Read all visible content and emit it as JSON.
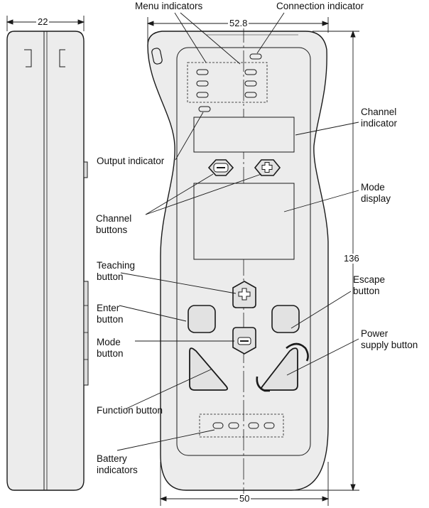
{
  "dimensions": {
    "side_width": "22",
    "top_width": "52.8",
    "height": "136",
    "bottom_width": "50"
  },
  "labels": {
    "menu_indicators": "Menu indicators",
    "connection_indicator": "Connection indicator",
    "channel_indicator": [
      "Channel",
      "indicator"
    ],
    "output_indicator": "Output indicator",
    "mode_display": [
      "Mode",
      "display"
    ],
    "channel_buttons": [
      "Channel",
      "buttons"
    ],
    "teaching_button": [
      "Teaching",
      "button"
    ],
    "escape_button": [
      "Escape",
      "button"
    ],
    "enter_button": [
      "Enter",
      "button"
    ],
    "mode_button": [
      "Mode",
      "button"
    ],
    "power_supply_button": [
      "Power",
      "supply button"
    ],
    "function_button": "Function button",
    "battery_indicators": [
      "Battery",
      "indicators"
    ]
  },
  "colors": {
    "body_fill": "#ececec",
    "button_fill": "#e2e2e2",
    "line": "#1a1a1a"
  }
}
